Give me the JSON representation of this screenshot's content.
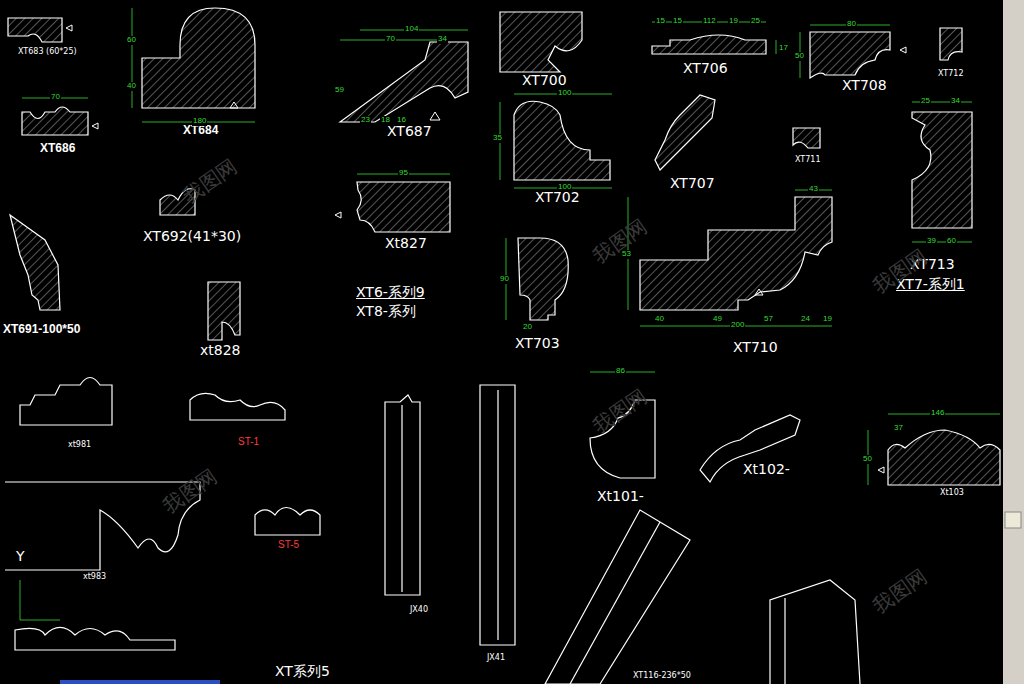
{
  "diagram": {
    "labels": [
      "XT683 (60*25)",
      "XT684",
      "XT686",
      "XT687",
      "XT700",
      "XT706",
      "XT708",
      "XT712",
      "XT702",
      "XT707",
      "XT711",
      "XT692(41*30)",
      "Xt827",
      "XT6-系列9",
      "XT8-系列",
      "XT713",
      "XT7-系列1",
      "XT691-100*50",
      "xt828",
      "XT703",
      "XT710",
      "xt981",
      "ST-1",
      "Xt101-",
      "Xt102-",
      "Xt103",
      "ST-5",
      "xt983",
      "JX40",
      "JX41",
      "XT系列5",
      "XT116-236*50",
      "Y",
      "180",
      "60",
      "40",
      "70",
      "104",
      "70",
      "34",
      "59",
      "23",
      "18",
      "16",
      "15",
      "15",
      "112",
      "19",
      "25",
      "17",
      "80",
      "50",
      "100",
      "100",
      "35",
      "43",
      "200",
      "40",
      "49",
      "57",
      "24",
      "19",
      "53",
      "25",
      "34",
      "39",
      "60",
      "90",
      "20",
      "146",
      "37",
      "50",
      "86",
      "95",
      "我图网",
      "我图网",
      "我图网",
      "我图网",
      "我图网",
      "我图网"
    ]
  }
}
